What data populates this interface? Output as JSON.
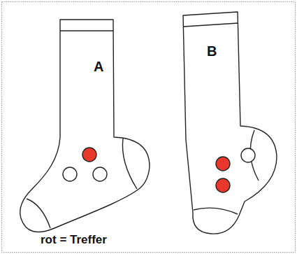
{
  "diagram": {
    "labels": [
      "A",
      "B",
      "rot = Treffer"
    ]
  }
}
